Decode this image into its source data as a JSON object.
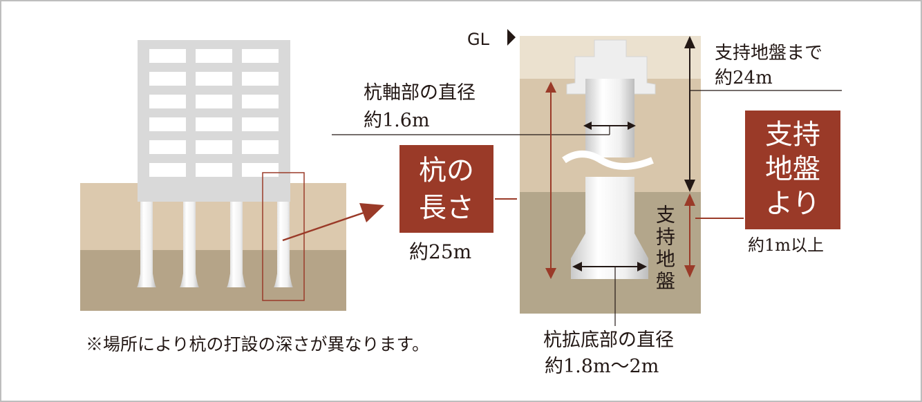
{
  "labels": {
    "gl": "GL",
    "shaft_diameter_title": "杭軸部の直径",
    "shaft_diameter_value": "約1.6m",
    "pile_length_title_line1": "杭の",
    "pile_length_title_line2": "長さ",
    "pile_length_value": "約25m",
    "to_bearing_title": "支持地盤まで",
    "to_bearing_value": "約24m",
    "into_bearing_line1": "支持",
    "into_bearing_line2": "地盤",
    "into_bearing_line3": "より",
    "into_bearing_value": "約1m以上",
    "bearing_layer": "支持地盤",
    "base_diameter_title": "杭拡底部の直径",
    "base_diameter_value": "約1.8m～2m",
    "note": "※場所により杭の打設の深さが異なります。"
  },
  "colors": {
    "accent": "#9a3a28",
    "soil_top": "#e9dfcb",
    "soil_mid": "#d8c6ab",
    "soil_bearing": "#b2a58a",
    "pile": "#f2f2f2",
    "building": "#d9d9d9"
  }
}
